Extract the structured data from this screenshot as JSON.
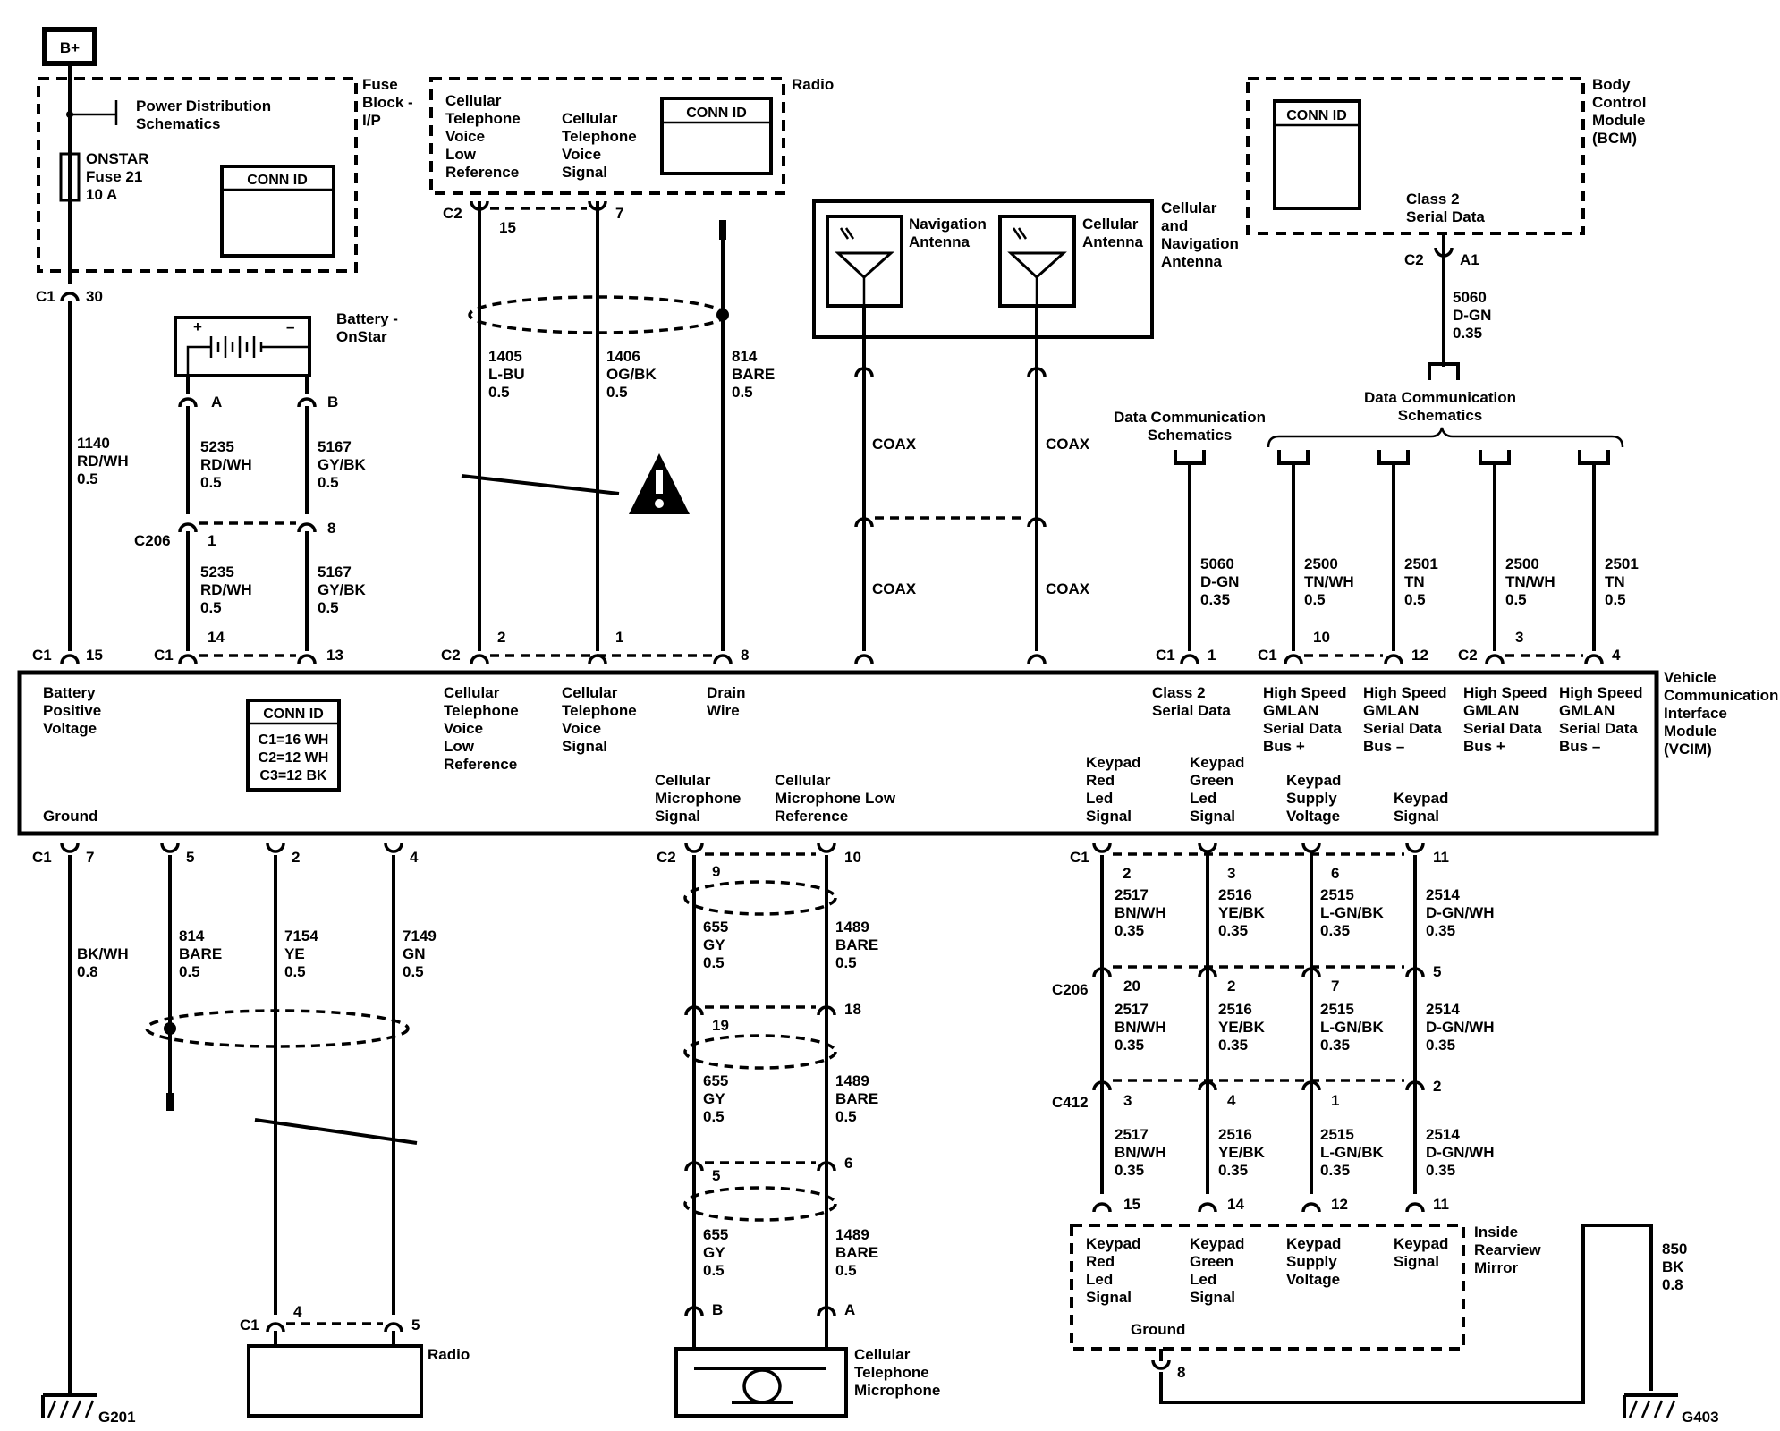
{
  "bplus": "B+",
  "fuse_block": {
    "name": [
      "Fuse",
      "Block -",
      "I/P"
    ],
    "power_ref": [
      "Power Distribution",
      "Schematics"
    ],
    "fuse": [
      "ONSTAR",
      "Fuse 21",
      "10 A"
    ],
    "conn_id": "CONN ID",
    "out_conn": "C1",
    "out_pin": "30"
  },
  "battery_onstar": {
    "name": [
      "Battery -",
      "OnStar"
    ],
    "plus": "+",
    "minus": "–",
    "pin_a": "A",
    "pin_b": "B"
  },
  "radio_top": {
    "name": "Radio",
    "label_low_ref": [
      "Cellular",
      "Telephone",
      "Voice",
      "Low",
      "Reference"
    ],
    "label_signal": [
      "Cellular",
      "Telephone",
      "Voice",
      "Signal"
    ],
    "conn_id": "CONN ID",
    "conn": "C2",
    "pin_15": "15",
    "pin_7": "7"
  },
  "antenna": {
    "name": [
      "Cellular",
      "and",
      "Navigation",
      "Antenna"
    ],
    "nav": [
      "Navigation",
      "Antenna"
    ],
    "cell": [
      "Cellular",
      "Antenna"
    ],
    "coax": "COAX"
  },
  "bcm": {
    "name": [
      "Body",
      "Control",
      "Module",
      "(BCM)"
    ],
    "conn_id": "CONN ID",
    "serial": [
      "Class 2",
      "Serial Data"
    ],
    "conn": "C2",
    "pin": "A1",
    "wire": [
      "5060",
      "D-GN",
      "0.35"
    ]
  },
  "data_comm": [
    "Data Communication",
    "Schematics"
  ],
  "wires": {
    "w1140": [
      "1140",
      "RD/WH",
      "0.5"
    ],
    "w5235": [
      "5235",
      "RD/WH",
      "0.5"
    ],
    "w5167": [
      "5167",
      "GY/BK",
      "0.5"
    ],
    "w1405": [
      "1405",
      "L-BU",
      "0.5"
    ],
    "w1406": [
      "1406",
      "OG/BK",
      "0.5"
    ],
    "w814": [
      "814",
      "BARE",
      "0.5"
    ],
    "w5060": [
      "5060",
      "D-GN",
      "0.35"
    ],
    "w2500": [
      "2500",
      "TN/WH",
      "0.5"
    ],
    "w2501": [
      "2501",
      "TN",
      "0.5"
    ],
    "bkwh": [
      "BK/WH",
      "0.8"
    ],
    "w7154": [
      "7154",
      "YE",
      "0.5"
    ],
    "w7149": [
      "7149",
      "GN",
      "0.5"
    ],
    "w655": [
      "655",
      "GY",
      "0.5"
    ],
    "w1489": [
      "1489",
      "BARE",
      "0.5"
    ],
    "w2517": [
      "2517",
      "BN/WH",
      "0.35"
    ],
    "w2516": [
      "2516",
      "YE/BK",
      "0.35"
    ],
    "w2515": [
      "2515",
      "L-GN/BK",
      "0.35"
    ],
    "w2514": [
      "2514",
      "D-GN/WH",
      "0.35"
    ],
    "w850": [
      "850",
      "BK",
      "0.8"
    ]
  },
  "c206": "C206",
  "c412": "C412",
  "vcim": {
    "name": [
      "Vehicle",
      "Communication",
      "Interface",
      "Module",
      "(VCIM)"
    ],
    "conn_title": "CONN ID",
    "conn_lines": [
      "C1=16 WH",
      "C2=12 WH",
      "C3=12 BK"
    ],
    "battery": [
      "Battery",
      "Positive",
      "Voltage"
    ],
    "ground": "Ground",
    "cell_low_ref": [
      "Cellular",
      "Telephone",
      "Voice",
      "Low",
      "Reference"
    ],
    "cell_signal": [
      "Cellular",
      "Telephone",
      "Voice",
      "Signal"
    ],
    "drain": [
      "Drain",
      "Wire"
    ],
    "class2": [
      "Class 2",
      "Serial Data"
    ],
    "gmlan_plus": [
      "High Speed",
      "GMLAN",
      "Serial Data",
      "Bus +"
    ],
    "gmlan_minus": [
      "High Speed",
      "GMLAN",
      "Serial Data",
      "Bus –"
    ],
    "mic_signal": [
      "Cellular",
      "Microphone",
      "Signal"
    ],
    "mic_low_ref": [
      "Cellular",
      "Microphone Low",
      "Reference"
    ],
    "kp_red": [
      "Keypad",
      "Red",
      "Led",
      "Signal"
    ],
    "kp_green": [
      "Keypad",
      "Green",
      "Led",
      "Signal"
    ],
    "kp_supply": [
      "Keypad",
      "Supply",
      "Voltage"
    ],
    "kp_signal": [
      "Keypad",
      "Signal"
    ]
  },
  "pins": {
    "c1": "C1",
    "c2": "C2",
    "p1": "1",
    "p2": "2",
    "p3": "3",
    "p4": "4",
    "p5": "5",
    "p6": "6",
    "p7": "7",
    "p8": "8",
    "p9": "9",
    "p10": "10",
    "p11": "11",
    "p12": "12",
    "p13": "13",
    "p14": "14",
    "p15": "15",
    "p18": "18",
    "p19": "19",
    "p20": "20",
    "pA": "A",
    "pB": "B"
  },
  "radio_bottom": {
    "name": "Radio"
  },
  "microphone": {
    "name": [
      "Cellular",
      "Telephone",
      "Microphone"
    ]
  },
  "mirror": {
    "name": [
      "Inside",
      "Rearview",
      "Mirror"
    ],
    "ground": "Ground"
  },
  "grounds": {
    "g201": "G201",
    "g403": "G403"
  }
}
